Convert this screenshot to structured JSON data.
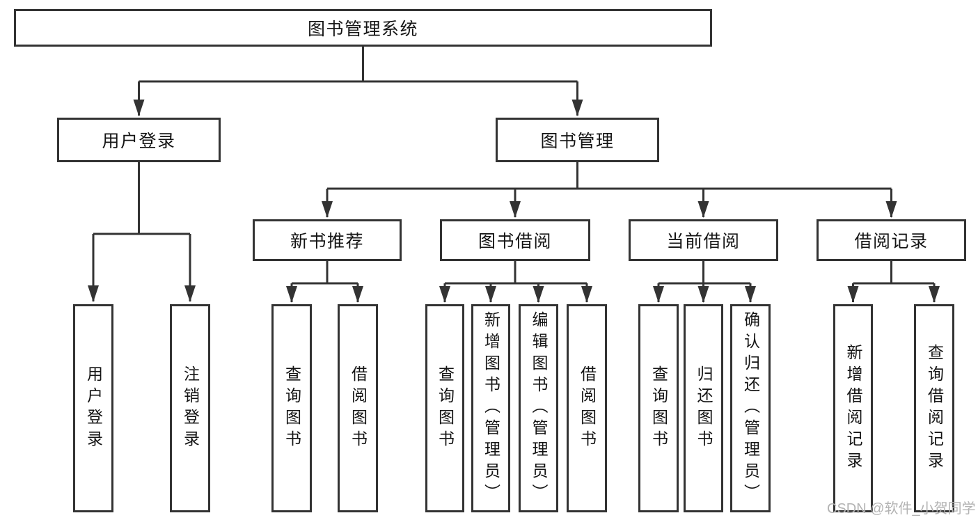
{
  "nodes": {
    "root": {
      "label": "图书管理系统"
    },
    "userLogin": {
      "label": "用户登录"
    },
    "bookMgmt": {
      "label": "图书管理"
    },
    "newBook": {
      "label": "新书推荐"
    },
    "bookBorrow": {
      "label": "图书借阅"
    },
    "currentBorrow": {
      "label": "当前借阅"
    },
    "borrowRecord": {
      "label": "借阅记录"
    }
  },
  "leaves": {
    "userLogin": [
      "用户登录",
      "注销登录"
    ],
    "newBook": [
      "查询图书",
      "借阅图书"
    ],
    "bookBorrow": [
      "查询图书",
      "新增图书（管理员）",
      "编辑图书（管理员）",
      "借阅图书"
    ],
    "currentBorrow": [
      "查询图书",
      "归还图书",
      "确认归还（管理员）"
    ],
    "borrowRecord": [
      "新增借阅记录",
      "查询借阅记录"
    ]
  },
  "watermark": "CSDN @软件_小贺同学",
  "colors": {
    "line": "#333333",
    "text": "#141414",
    "watermark": "#b3b3b3",
    "background": "#ffffff"
  }
}
